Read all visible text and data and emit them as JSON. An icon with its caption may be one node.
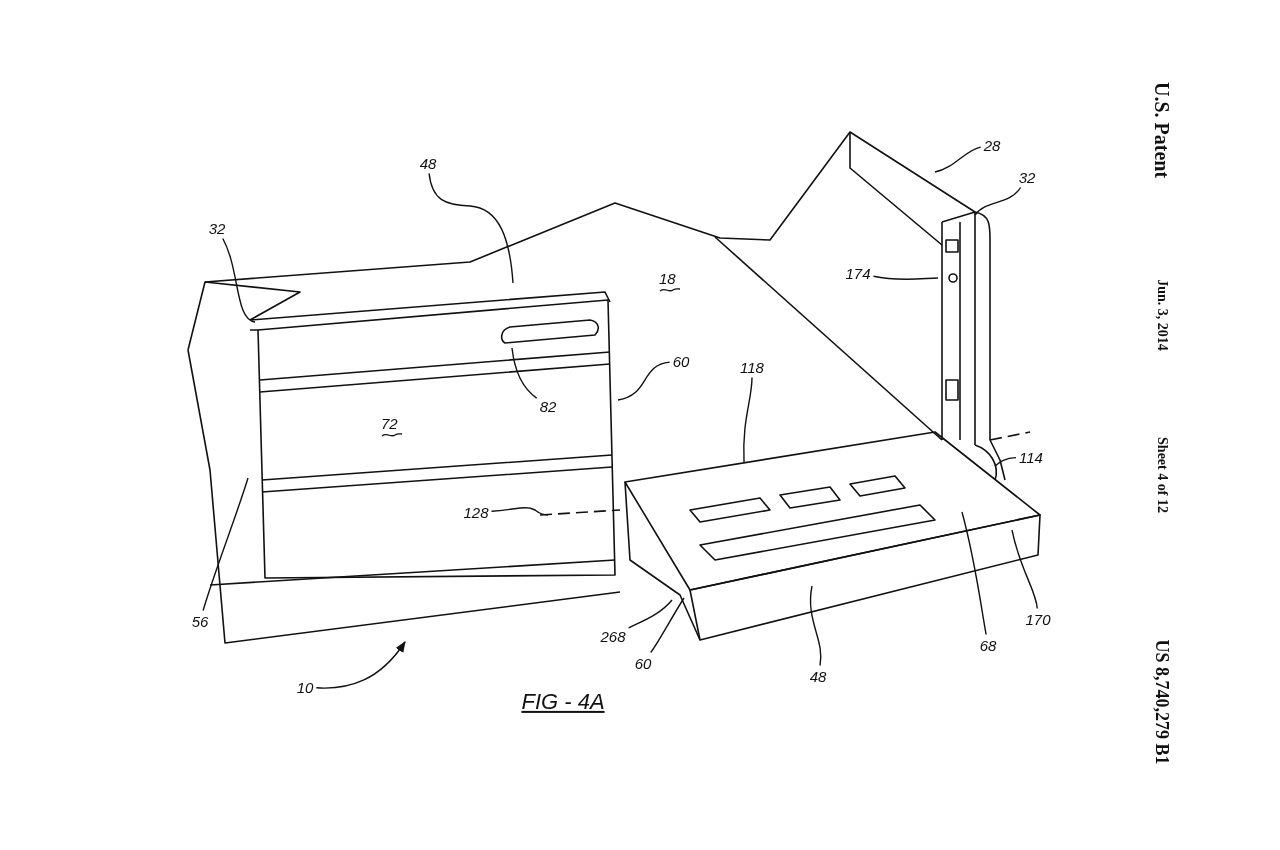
{
  "diagram": {
    "caption": "FIG - 4A",
    "nodes": [
      {
        "text": [
          "28"
        ]
      },
      {
        "text": [
          "32"
        ]
      },
      {
        "text": [
          "48"
        ]
      },
      {
        "text": [
          "32"
        ]
      },
      {
        "text": [
          "174"
        ]
      },
      {
        "text": [
          "60"
        ]
      },
      {
        "text": [
          "118"
        ]
      },
      {
        "text": [
          "82"
        ]
      },
      {
        "text": [
          "114"
        ]
      },
      {
        "text": [
          "128"
        ]
      },
      {
        "text": [
          "170"
        ]
      },
      {
        "text": [
          "56"
        ]
      },
      {
        "text": [
          "268"
        ]
      },
      {
        "text": [
          "68"
        ]
      },
      {
        "text": [
          "60"
        ]
      },
      {
        "text": [
          "48"
        ]
      },
      {
        "text": [
          "10"
        ]
      }
    ],
    "edges": [
      {
        "from": 0,
        "to": null,
        "arrow": "none"
      },
      {
        "from": 1,
        "to": null,
        "arrow": "none"
      },
      {
        "from": 2,
        "to": null,
        "arrow": "none"
      },
      {
        "from": 3,
        "to": null,
        "arrow": "none"
      },
      {
        "from": 4,
        "to": null,
        "arrow": "none"
      },
      {
        "from": 5,
        "to": null,
        "arrow": "none"
      },
      {
        "from": 6,
        "to": null,
        "arrow": "none"
      },
      {
        "from": 7,
        "to": null,
        "arrow": "none"
      },
      {
        "from": 8,
        "to": null,
        "arrow": "none"
      },
      {
        "from": 9,
        "to": null,
        "arrow": "none"
      },
      {
        "from": 10,
        "to": null,
        "arrow": "none"
      },
      {
        "from": 11,
        "to": null,
        "arrow": "none"
      },
      {
        "from": 12,
        "to": null,
        "arrow": "none"
      },
      {
        "from": 13,
        "to": null,
        "arrow": "none"
      },
      {
        "from": 14,
        "to": null,
        "arrow": "none"
      },
      {
        "from": 15,
        "to": null,
        "arrow": "none"
      },
      {
        "from": 16,
        "to": null,
        "arrow": "to"
      }
    ],
    "labels": [
      "U.S. Patent",
      "Jun. 3, 2014",
      "Sheet 4 of 12",
      "US 8,740,279 B1",
      "18",
      "72"
    ]
  }
}
